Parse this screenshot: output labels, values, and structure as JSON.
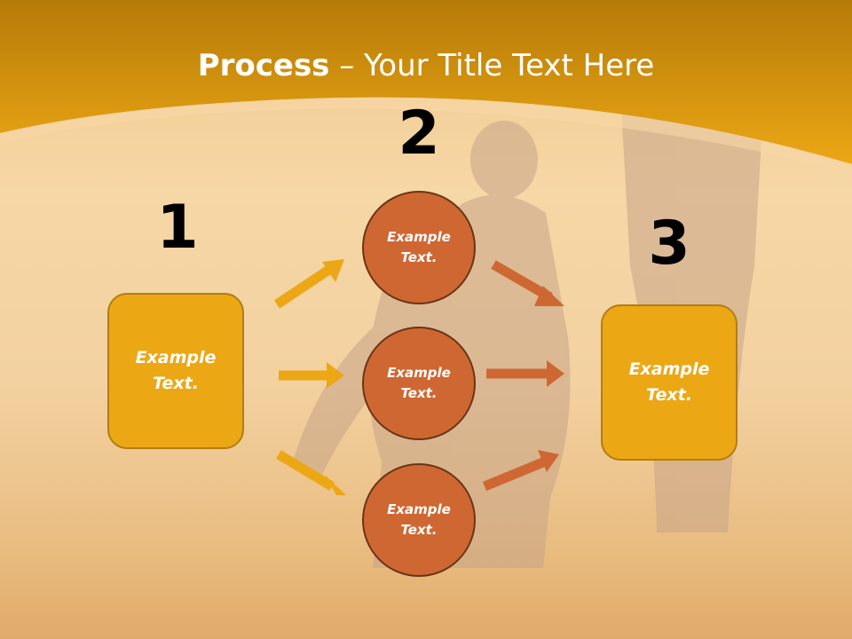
{
  "title": {
    "bold": "Process",
    "rest": " – Your Title Text Here"
  },
  "steps": [
    {
      "number": "1",
      "text": "Example Text."
    },
    {
      "number": "2",
      "items": [
        "Example Text.",
        "Example Text.",
        "Example Text."
      ]
    },
    {
      "number": "3",
      "text": "Example Text."
    }
  ],
  "colors": {
    "header": "#eca715",
    "box_fill": "#eca715",
    "circle_fill": "#cf6732",
    "arrow_in": "#eca715",
    "arrow_out": "#cf6732"
  }
}
